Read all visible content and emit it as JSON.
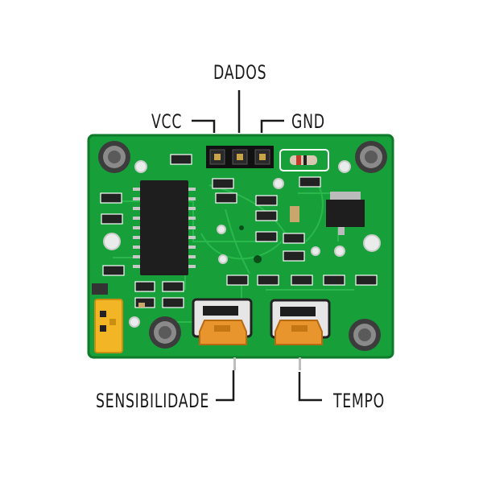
{
  "labels": {
    "dados": "DADOS",
    "vcc": "VCC",
    "gnd": "GND",
    "sensibilidade": "SENSIBILIDADE",
    "tempo": "TEMPO"
  },
  "colors": {
    "board": "#17a03a",
    "board_dark": "#0e7a2a",
    "trace": "#2dbb4e",
    "chip": "#1e1e1e",
    "potentiometer": "#e8952e",
    "jumper": "#f1b526",
    "capacitor": "#3c3c3c",
    "label_text": "#1a1a1a"
  }
}
